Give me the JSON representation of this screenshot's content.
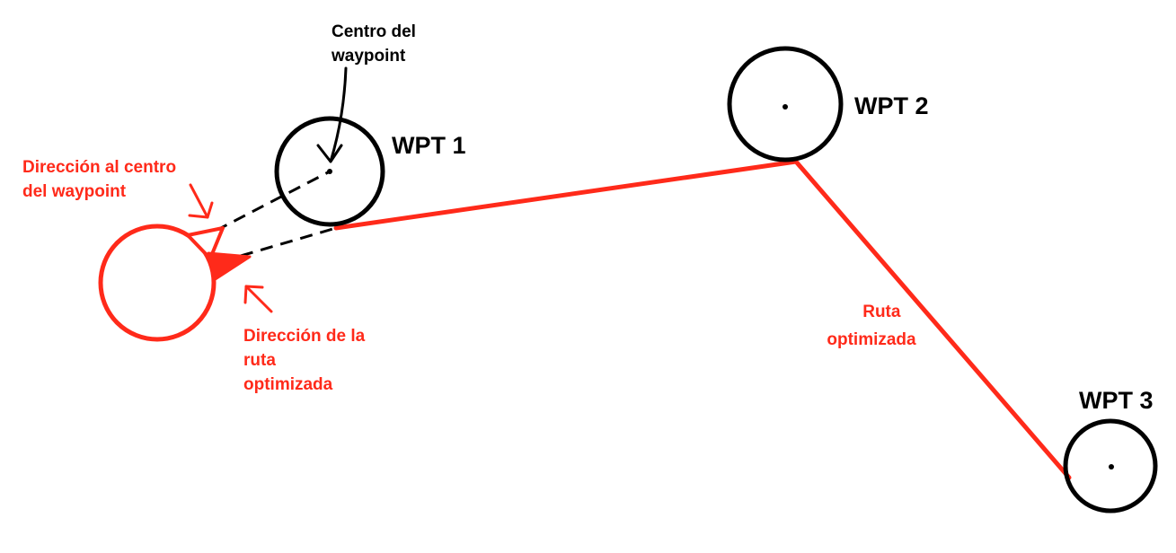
{
  "colors": {
    "route": "#ff2a1a",
    "ink": "#000000",
    "background": "#ffffff"
  },
  "waypoints": [
    {
      "id": "wpt1",
      "label": "WPT 1"
    },
    {
      "id": "wpt2",
      "label": "WPT 2"
    },
    {
      "id": "wpt3",
      "label": "WPT 3"
    }
  ],
  "annotations": {
    "center_label": [
      "Centro del",
      "waypoint"
    ],
    "direction_to_center": [
      "Dirección al centro",
      "del waypoint"
    ],
    "route_direction": [
      "Dirección de la",
      "ruta",
      "optimizada"
    ],
    "route_label": [
      "Ruta",
      "optimizada"
    ]
  }
}
